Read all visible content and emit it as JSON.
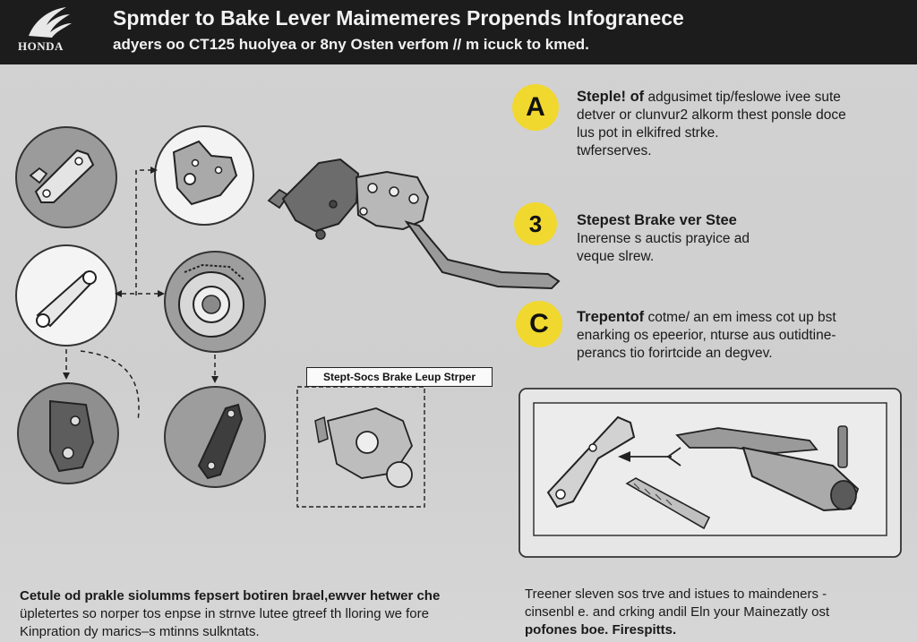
{
  "header": {
    "logo_text": "HONDA",
    "title": "Spmder to Bake Lever Maimemeres Propends Infogranece",
    "subtitle": "adyers oo CT125 huolyea or 8ny Osten verfom // m icuck to kmed."
  },
  "steps": [
    {
      "badge": "A",
      "heading": "Steple! of",
      "lines": [
        "adgusimet tip/feslowe ivee sute",
        "detver or clunvur2 alkorm thest ponsle doce",
        "lus pot in elkifred strke.",
        "twferserves."
      ]
    },
    {
      "badge": "3",
      "heading": "Stepest Brake ver  Stee",
      "lines": [
        "Inerense s auctis prayice ad",
        "veque slrew."
      ]
    },
    {
      "badge": "C",
      "heading": "Trepentof",
      "lines": [
        "cotme/ an em imess cot up bst",
        "enarking os epeerior, nturse aus outidtine-",
        "perancs tio forirtcide an degvev."
      ]
    }
  ],
  "callout_label": "Stept-Socs Brake Leup Strper",
  "footer_left": {
    "lines": [
      "Cetule od prakle siolumms fepsert botiren brael,ewver hetwer che",
      "üpletertes so norper tos enpse in strnve lutee gtreef th lloring we fore",
      "Kinpration dy  marics–s mtinns sulkntats."
    ]
  },
  "footer_right": {
    "lines": [
      "Treener sleven sos trve and istues to maindeners -",
      "cinsenbl e.  and  crking andil Eln your  Mainezatly ost",
      "pofones boe. Firespitts."
    ]
  },
  "colors": {
    "header_bg": "#1c1c1c",
    "badge_yellow": "#f0d82e",
    "page_bg": "#d0d0d0"
  }
}
